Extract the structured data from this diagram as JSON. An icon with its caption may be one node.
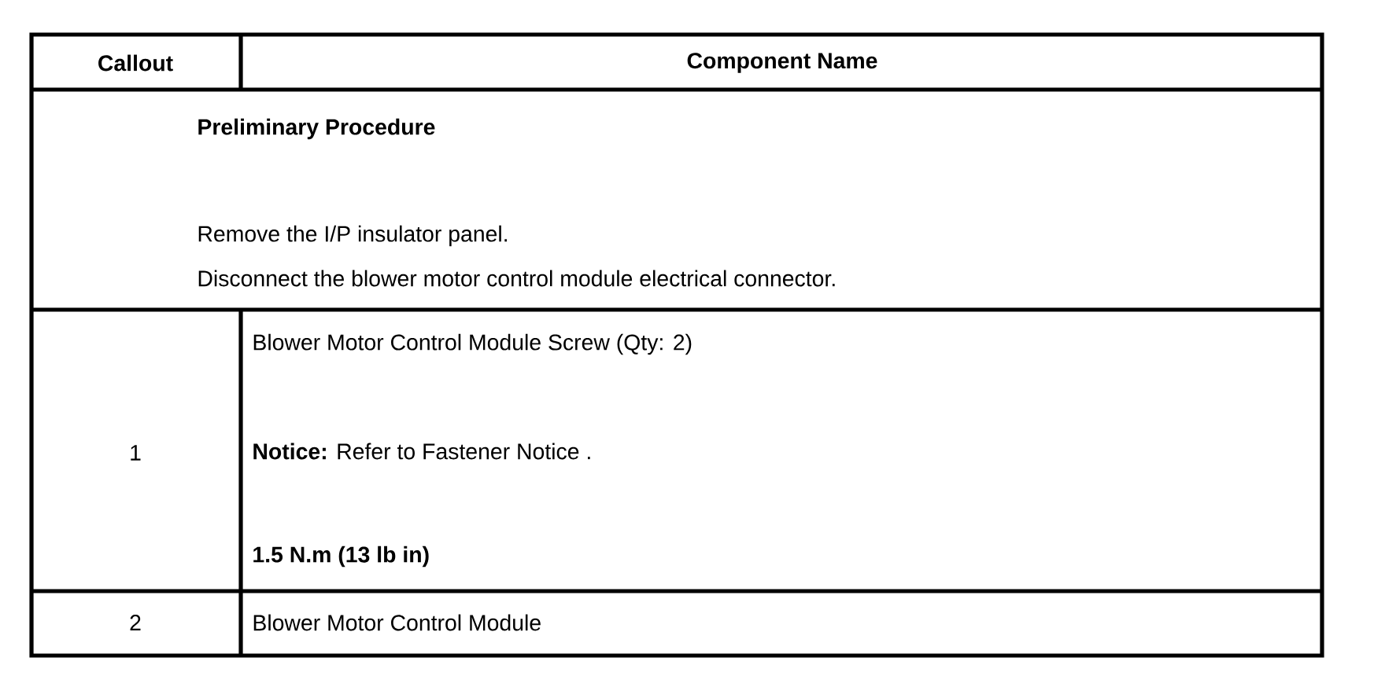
{
  "diagram": {
    "labels": [
      "Callout",
      "Component Name",
      "Preliminary Procedure",
      "Remove the I/P insulator panel.",
      "Disconnect the blower motor control module electrical connector.",
      "1",
      "Blower Motor Control Module Screw (Qty: 2)",
      "**Notice:** Refer to Fastener Notice .",
      "1.5 N.m (13 lb in)",
      "2",
      "Blower Motor Control Module"
    ]
  }
}
